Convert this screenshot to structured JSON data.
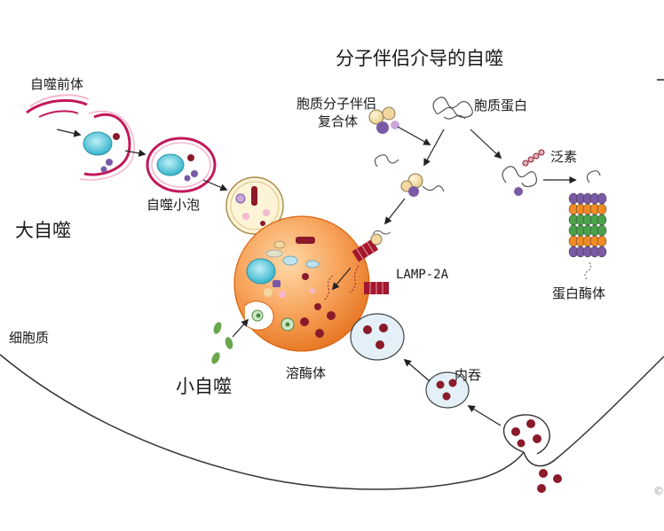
{
  "title": "分子伴侣介导的自噬",
  "labels": {
    "pre_autophagosome": "自噬前体",
    "autophagosome": "自噬小泡",
    "macroautophagy": "大自噬",
    "cytoplasm": "细胞质",
    "microautophagy": "小自噬",
    "lysosome": "溶酶体",
    "chaperone_complex_line1": "胞质分子伴侣",
    "chaperone_complex_line2": "复合体",
    "cytosolic_protein": "胞质蛋白",
    "ubiquitin": "泛素",
    "proteasome": "蛋白酶体",
    "lamp2a": "LAMP-2A",
    "endocytosis": "内吞"
  },
  "colors": {
    "lysosome_core": "#f7a25a",
    "lysosome_edge": "#d9620e",
    "membrane_pink": "#c2185b",
    "cargo_cyan": "#6ad1e0",
    "cargo_red": "#8b1a2b",
    "cargo_purple": "#7a5aa6",
    "cargo_yellow": "#f2d8a0",
    "endosome_fill": "#e3f0f7",
    "proteasome_orange": "#f08a24",
    "proteasome_green": "#4aa34a",
    "proteasome_purple": "#7a5aa6"
  }
}
